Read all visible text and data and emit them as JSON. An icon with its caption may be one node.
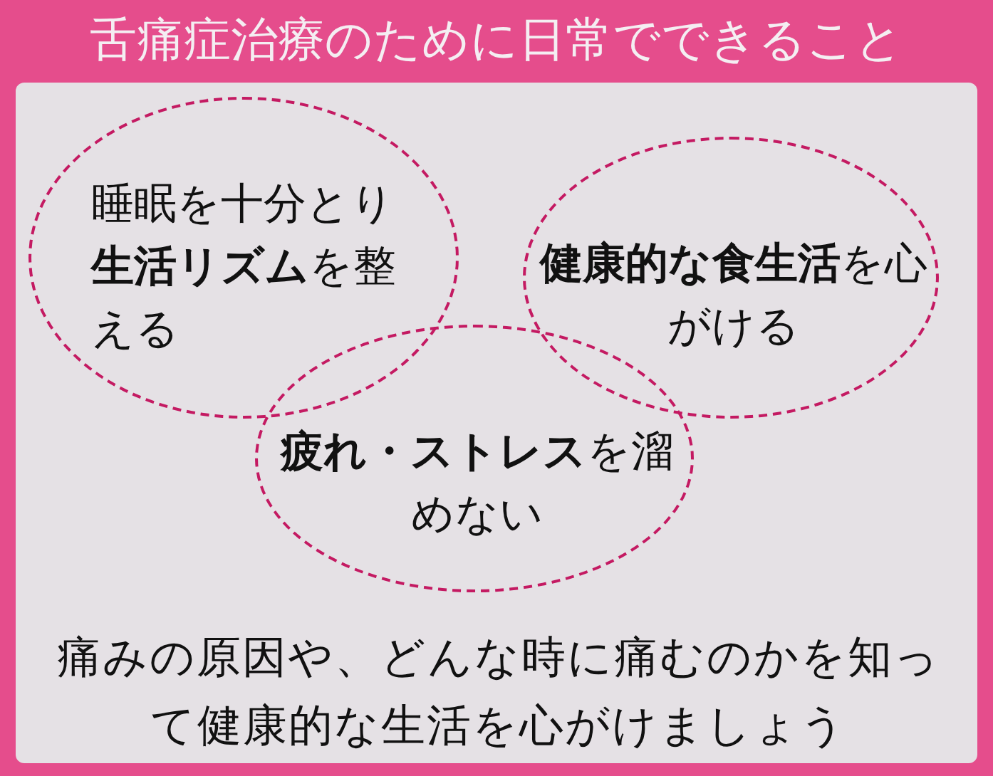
{
  "diagram": {
    "title": "舌痛症治療のために日常でできること",
    "nodes": [
      {
        "text": [
          "睡眠を十分とり**生活リズム**を整える"
        ]
      },
      {
        "text": [
          "**健康的な食生活**を心がける"
        ]
      },
      {
        "text": [
          "**疲れ・ストレス**を溜めない"
        ]
      }
    ],
    "caption": "痛みの原因や、どんな時に痛むのかを知って健康的な生活を心がけましょう"
  }
}
